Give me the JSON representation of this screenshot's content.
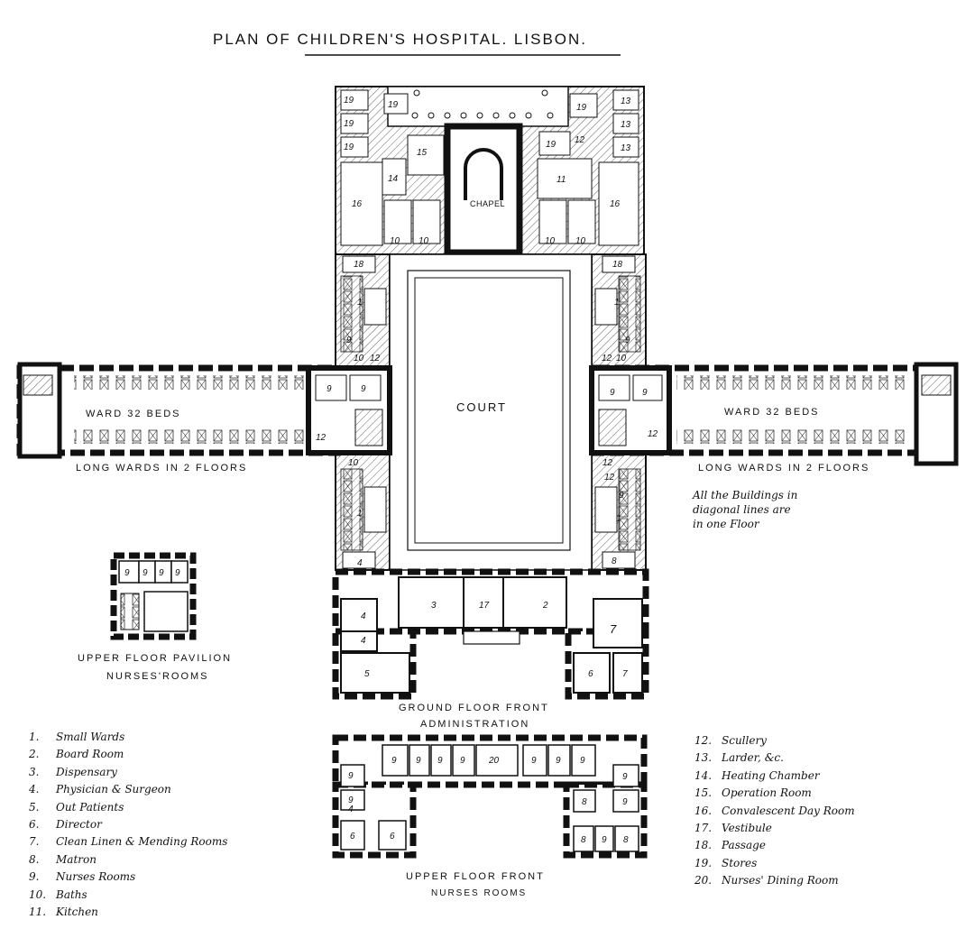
{
  "title": "PLAN OF CHILDREN'S HOSPITAL. LISBON.",
  "labels": {
    "chapel": "CHAPEL",
    "court": "COURT",
    "ward_left": "WARD  32  BEDS",
    "ward_right": "WARD  32  BEDS",
    "long_wards_left": "LONG WARDS IN 2 FLOORS",
    "long_wards_right": "LONG WARDS IN 2 FLOORS",
    "pavilion_line1": "UPPER FLOOR PAVILION",
    "pavilion_line2": "NURSES'ROOMS",
    "ground_front_line1": "GROUND FLOOR FRONT",
    "ground_front_line2": "ADMINISTRATION",
    "upper_front_line1": "UPPER FLOOR FRONT",
    "upper_front_line2": "NURSES ROOMS"
  },
  "note": [
    "All the Buildings in",
    "diagonal lines are",
    "in one Floor"
  ],
  "legend_left": [
    {
      "num": "1.",
      "text": "Small Wards"
    },
    {
      "num": "2.",
      "text": "Board Room"
    },
    {
      "num": "3.",
      "text": "Dispensary"
    },
    {
      "num": "4.",
      "text": "Physician & Surgeon"
    },
    {
      "num": "5.",
      "text": "Out Patients"
    },
    {
      "num": "6.",
      "text": "Director"
    },
    {
      "num": "7.",
      "text": "Clean Linen & Mending Rooms"
    },
    {
      "num": "8.",
      "text": "Matron"
    },
    {
      "num": "9.",
      "text": "Nurses Rooms"
    },
    {
      "num": "10.",
      "text": "Baths"
    },
    {
      "num": "11.",
      "text": "Kitchen"
    }
  ],
  "legend_right": [
    {
      "num": "12.",
      "text": "Scullery"
    },
    {
      "num": "13.",
      "text": "Larder, &c."
    },
    {
      "num": "14.",
      "text": "Heating Chamber"
    },
    {
      "num": "15.",
      "text": "Operation Room"
    },
    {
      "num": "16.",
      "text": "Convalescent Day Room"
    },
    {
      "num": "17.",
      "text": "Vestibule"
    },
    {
      "num": "18.",
      "text": "Passage"
    },
    {
      "num": "19.",
      "text": "Stores"
    },
    {
      "num": "20.",
      "text": "Nurses' Dining Room"
    }
  ],
  "room_numbers": {
    "ground_front": [
      "4",
      "3",
      "17",
      "2",
      "8",
      "4",
      "7",
      "4",
      "5",
      "6",
      "7"
    ],
    "upper_front": [
      "9",
      "9",
      "9",
      "9",
      "20",
      "9",
      "9",
      "9",
      "9",
      "9",
      "4",
      "6",
      "6",
      "8",
      "9",
      "9",
      "8",
      "9",
      "8"
    ],
    "pavilion": [
      "9",
      "9",
      "9",
      "9"
    ],
    "north_wing": [
      "19",
      "19",
      "19",
      "19",
      "19",
      "13",
      "13",
      "13",
      "15",
      "14",
      "16",
      "11",
      "19",
      "12",
      "16",
      "10",
      "10",
      "10",
      "10"
    ],
    "side_wings": [
      "18",
      "18",
      "1",
      "9",
      "10",
      "12",
      "1",
      "9",
      "12",
      "10",
      "9",
      "9",
      "9",
      "9",
      "12",
      "12",
      "10",
      "12",
      "1",
      "1",
      "9",
      "12"
    ]
  }
}
